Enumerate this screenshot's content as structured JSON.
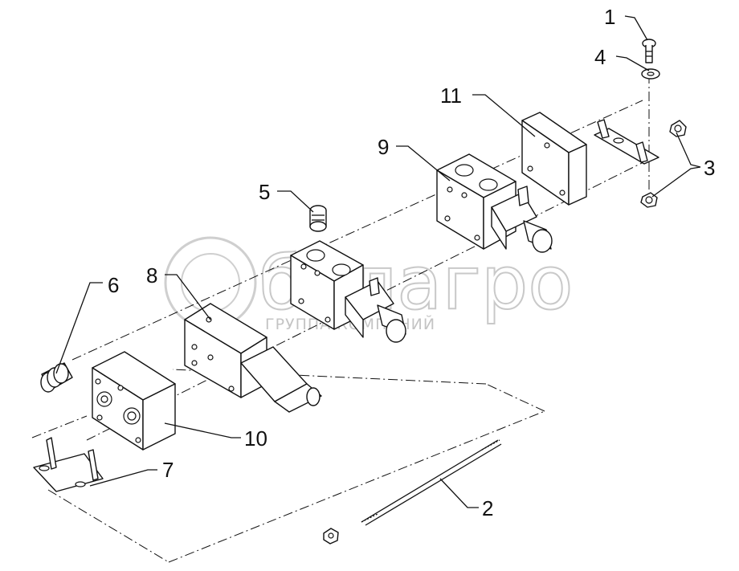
{
  "watermark": {
    "brand": "белагро",
    "tagline": "ГРУППА КОМПАНИЙ"
  },
  "callouts": [
    {
      "id": "1",
      "label": "1"
    },
    {
      "id": "2",
      "label": "2"
    },
    {
      "id": "3",
      "label": "3"
    },
    {
      "id": "4",
      "label": "4"
    },
    {
      "id": "5",
      "label": "5"
    },
    {
      "id": "6",
      "label": "6"
    },
    {
      "id": "7",
      "label": "7"
    },
    {
      "id": "8",
      "label": "8"
    },
    {
      "id": "9",
      "label": "9"
    },
    {
      "id": "10",
      "label": "10"
    },
    {
      "id": "11",
      "label": "11"
    }
  ],
  "colors": {
    "ink": "#111111",
    "watermark": "#c9c9c9",
    "background": "#ffffff"
  }
}
